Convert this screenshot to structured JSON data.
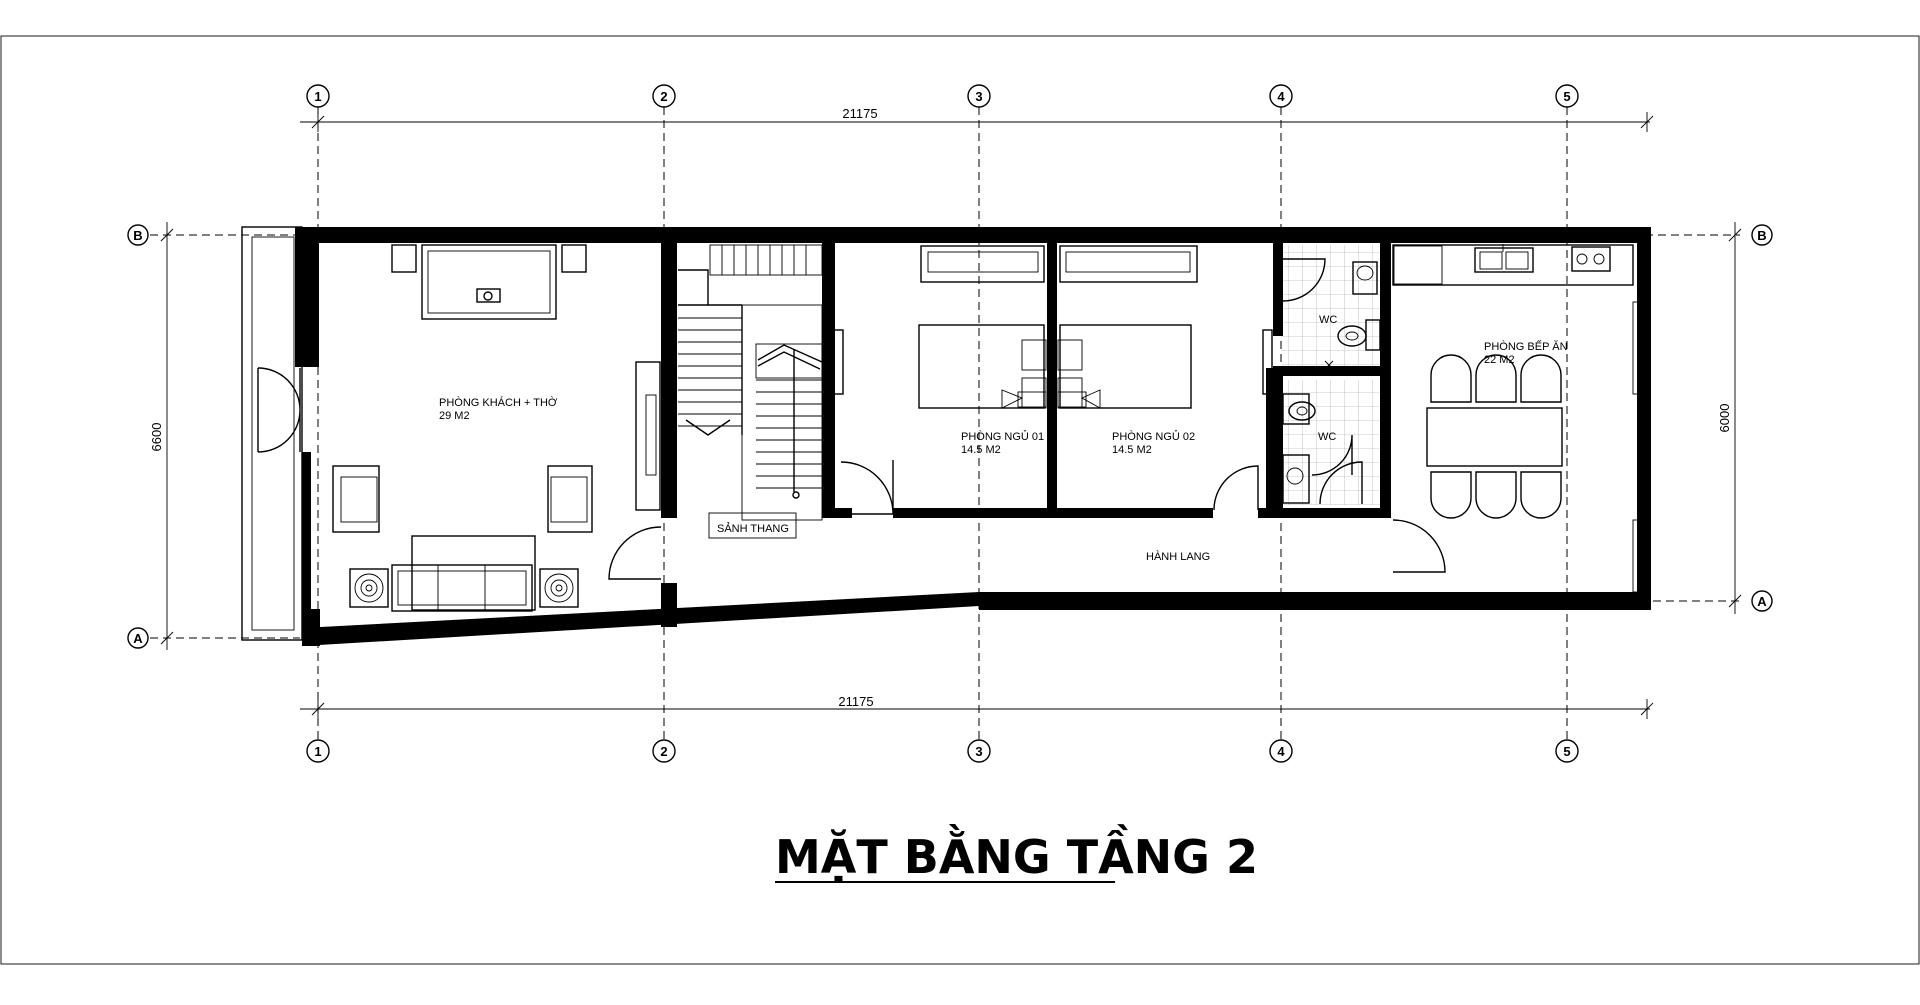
{
  "title": "MẶT BẰNG TẦNG 2",
  "axes": {
    "columns": [
      "1",
      "2",
      "3",
      "4",
      "5"
    ],
    "rows": [
      "B",
      "A"
    ]
  },
  "dimensions": {
    "top": "21175",
    "bottom": "21175",
    "left": "6600",
    "right": "6000"
  },
  "rooms": {
    "living": {
      "name": "PHÒNG KHÁCH + THỜ",
      "area": "29 M2"
    },
    "stair": {
      "name": "SẢNH THANG"
    },
    "bed1": {
      "name": "PHÒNG NGỦ 01",
      "area": "14.5 M2"
    },
    "bed2": {
      "name": "PHÒNG NGỦ 02",
      "area": "14.5 M2"
    },
    "wc_top": {
      "name": "WC"
    },
    "wc_bottom": {
      "name": "WC"
    },
    "corridor": {
      "name": "HÀNH LANG"
    },
    "kitchen": {
      "name": "PHÒNG BẾP ĂN",
      "area": "22 M2"
    }
  }
}
